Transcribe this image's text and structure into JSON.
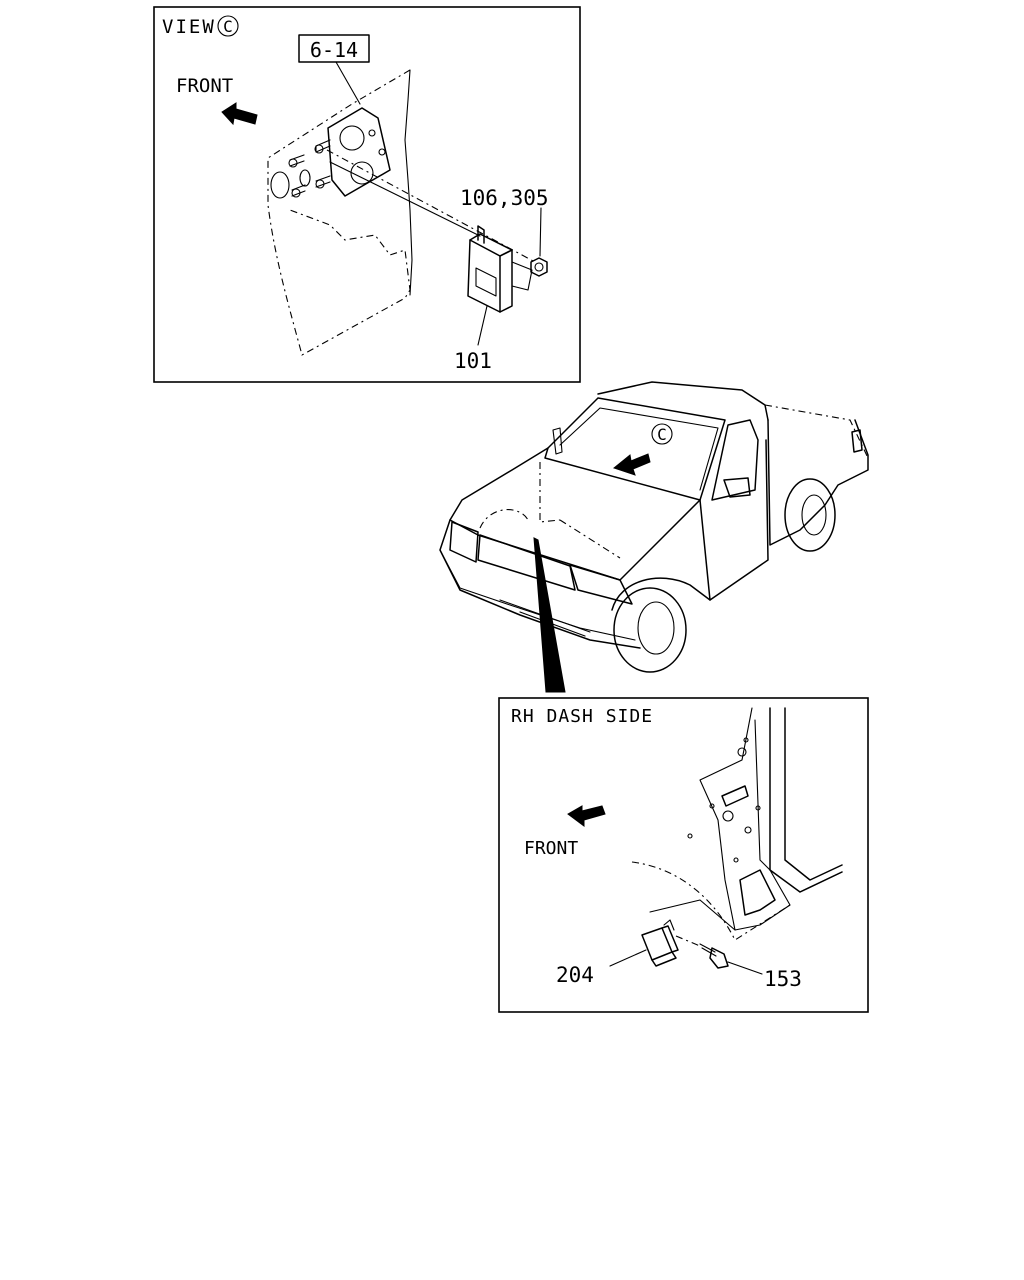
{
  "view_c": {
    "title": "VIEW",
    "view_letter": "C",
    "ref_box": "6-14",
    "front_label": "FRONT",
    "parts": [
      "106,305",
      "101"
    ]
  },
  "truck": {
    "view_marker": "C"
  },
  "rh_dash": {
    "title": "RH DASH SIDE",
    "front_label": "FRONT",
    "parts": [
      "204",
      "153"
    ]
  }
}
